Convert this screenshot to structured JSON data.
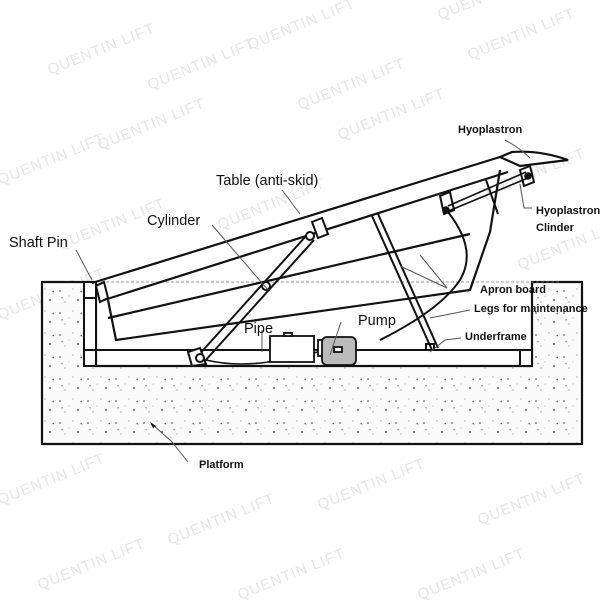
{
  "diagram": {
    "subject": "Hydraulic dock leveler cross-section",
    "watermark": "QUENTIN LIFT",
    "labels": {
      "hyoplastron": "Hyoplastron",
      "hyoplastron_cylinder_1": "Hyoplastron",
      "hyoplastron_cylinder_2": "Clinder",
      "table": "Table (anti-skid)",
      "cylinder": "Cylinder",
      "shaft_pin": "Shaft Pin",
      "apron_board": "Apron board",
      "legs": "Legs for maintenance",
      "pump": "Pump",
      "pipe": "Pipe",
      "underframe": "Underframe",
      "platform": "Platform"
    },
    "colors": {
      "line": "#111111",
      "watermark": "#e6e6e6",
      "concrete_fill": "#fafafa"
    }
  }
}
